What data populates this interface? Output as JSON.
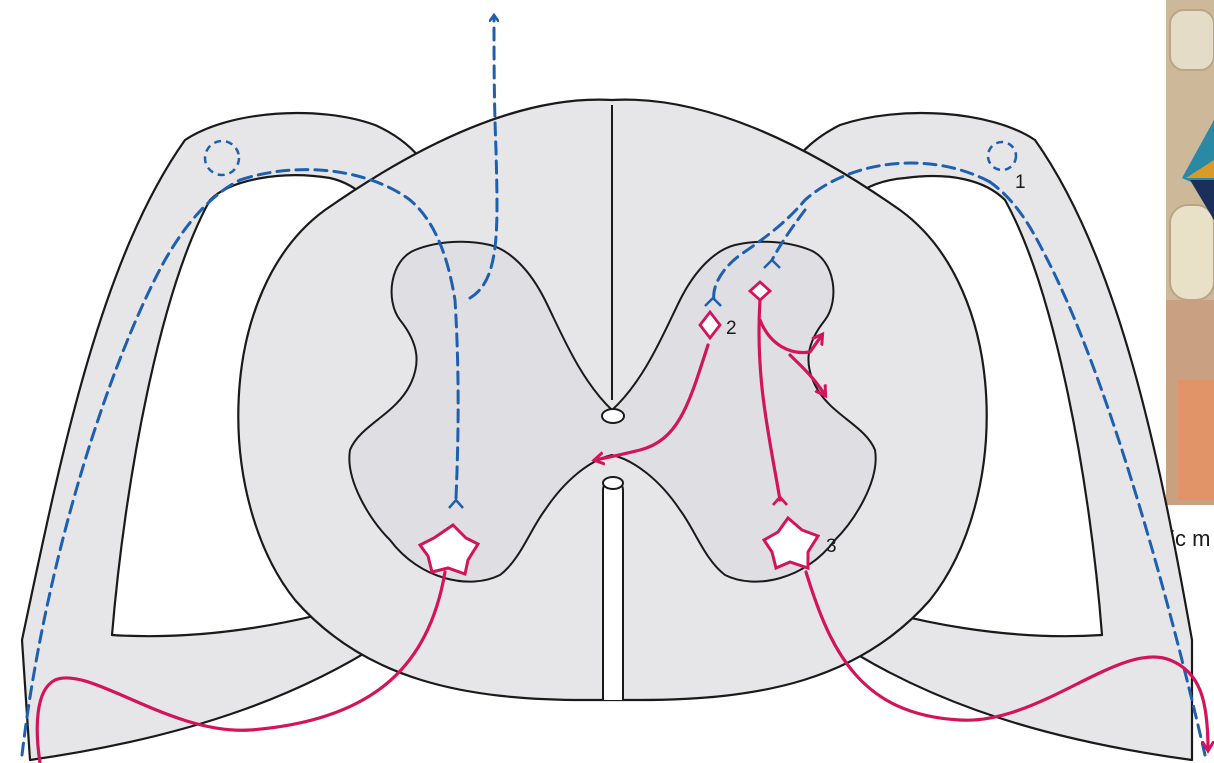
{
  "labels": {
    "n1": "1",
    "n2": "2",
    "n3": "3",
    "side_cropped": "tic m"
  },
  "colors": {
    "background": "#ffffff",
    "gray_fill": "#e6e6e9",
    "outline": "#1a1a1a",
    "sensory_pathway": "#1f5fb0",
    "motor_pathway": "#d4145a"
  },
  "icons": {
    "sensory_neuron": "dashed-circle",
    "interneuron": "diamond",
    "motor_neuron": "star"
  }
}
